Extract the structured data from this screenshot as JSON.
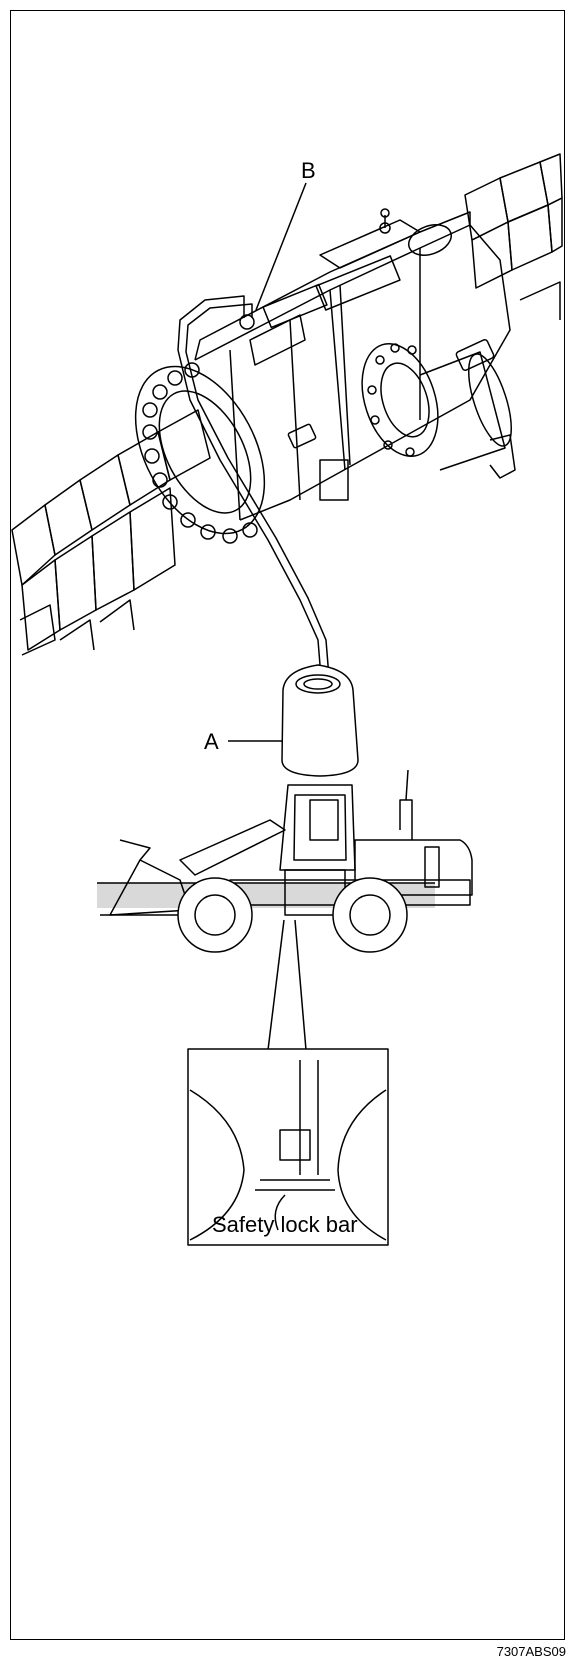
{
  "figure1": {
    "label_a": "A",
    "label_b": "B"
  },
  "figure2": {
    "caption": "Safety lock bar"
  },
  "figure_code": "7307ABS09"
}
